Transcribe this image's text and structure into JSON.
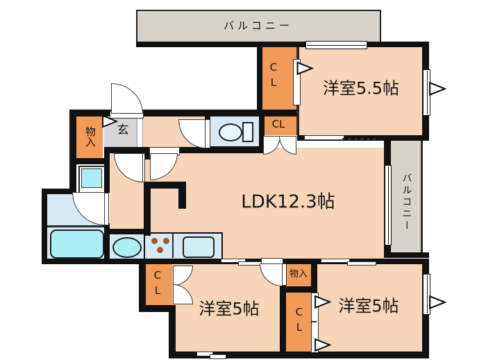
{
  "title": "apartment-floor-plan",
  "labels": {
    "balcony_top": "バルコニー",
    "balcony_right": "バルコニー",
    "room_55": "洋室5.5帖",
    "ldk": "LDK12.3帖",
    "room5_left": "洋室5帖",
    "room5_right": "洋室5帖",
    "entrance": "玄",
    "storage_top": "物入",
    "storage_bottom": "物入",
    "closet_top": "CL",
    "closet_mid": "CL",
    "closet_bottom_left": "CL",
    "closet_bottom_mid": "CL"
  },
  "rooms": [
    {
      "name": "balcony-top",
      "label": "バルコニー"
    },
    {
      "name": "western-room-5.5",
      "label": "洋室5.5帖"
    },
    {
      "name": "ldk",
      "label": "LDK12.3帖"
    },
    {
      "name": "western-room-5-left",
      "label": "洋室5帖"
    },
    {
      "name": "western-room-5-right",
      "label": "洋室5帖"
    },
    {
      "name": "balcony-right",
      "label": "バルコニー"
    },
    {
      "name": "entrance",
      "label": "玄"
    }
  ],
  "colors": {
    "wall": "#111111",
    "room": "#f6d5b8",
    "closet": "#f29b59",
    "balcony": "#d9d2cb",
    "entrance_floor": "#d6d6d8",
    "wet_area": "#d6e9f7",
    "fixture": "#abeef4",
    "burner": "#a05a2a"
  }
}
